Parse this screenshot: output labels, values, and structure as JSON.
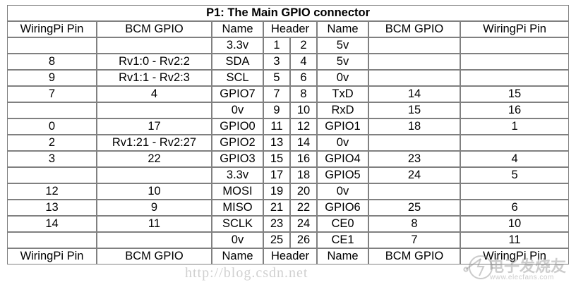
{
  "table": {
    "title": "P1: The Main GPIO connector",
    "columns": [
      "WiringPi Pin",
      "BCM GPIO",
      "Name",
      "Header",
      "Name",
      "BCM GPIO",
      "WiringPi Pin"
    ],
    "header_column_label": "Header",
    "rows": [
      {
        "left_wpi": "",
        "left_bcm": "",
        "left_name": "3.3v",
        "left_name_color": "#ff0000",
        "left_name_class": "clr-33v",
        "pin_odd": "1",
        "pin_even": "2",
        "right_name": "5v",
        "right_name_color": "#8b0000",
        "right_name_class": "clr-5v",
        "right_bcm": "",
        "right_wpi": ""
      },
      {
        "left_wpi": "8",
        "left_bcm": "Rv1:0 - Rv2:2",
        "left_name": "SDA",
        "left_name_color": "#00ffff",
        "left_name_class": "clr-i2c",
        "pin_odd": "3",
        "pin_even": "4",
        "right_name": "5v",
        "right_name_color": "#8b0000",
        "right_name_class": "clr-5v",
        "right_bcm": "",
        "right_wpi": ""
      },
      {
        "left_wpi": "9",
        "left_bcm": "Rv1:1 - Rv2:3",
        "left_name": "SCL",
        "left_name_color": "#00ffff",
        "left_name_class": "clr-i2c",
        "pin_odd": "5",
        "pin_even": "6",
        "right_name": "0v",
        "right_name_color": "#000000",
        "right_name_class": "clr-gnd",
        "right_bcm": "",
        "right_wpi": ""
      },
      {
        "left_wpi": "7",
        "left_bcm": "4",
        "left_name": "GPIO7",
        "left_name_color": "#00a000",
        "left_name_class": "clr-gpio",
        "pin_odd": "7",
        "pin_even": "8",
        "right_name": "TxD",
        "right_name_color": "#ffff00",
        "right_name_class": "clr-uart",
        "right_bcm": "14",
        "right_wpi": "15"
      },
      {
        "left_wpi": "",
        "left_bcm": "",
        "left_name": "0v",
        "left_name_color": "#000000",
        "left_name_class": "clr-gnd",
        "pin_odd": "9",
        "pin_even": "10",
        "right_name": "RxD",
        "right_name_color": "#ffff00",
        "right_name_class": "clr-uart",
        "right_bcm": "15",
        "right_wpi": "16"
      },
      {
        "left_wpi": "0",
        "left_bcm": "17",
        "left_name": "GPIO0",
        "left_name_color": "#00a000",
        "left_name_class": "clr-gpio",
        "pin_odd": "11",
        "pin_even": "12",
        "right_name": "GPIO1",
        "right_name_color": "#00a000",
        "right_name_class": "clr-gpio",
        "right_bcm": "18",
        "right_wpi": "1"
      },
      {
        "left_wpi": "2",
        "left_bcm": "Rv1:21 - Rv2:27",
        "left_name": "GPIO2",
        "left_name_color": "#00a000",
        "left_name_class": "clr-gpio",
        "pin_odd": "13",
        "pin_even": "14",
        "right_name": "0v",
        "right_name_color": "#000000",
        "right_name_class": "clr-gnd",
        "right_bcm": "",
        "right_wpi": ""
      },
      {
        "left_wpi": "3",
        "left_bcm": "22",
        "left_name": "GPIO3",
        "left_name_color": "#00a000",
        "left_name_class": "clr-gpio",
        "pin_odd": "15",
        "pin_even": "16",
        "right_name": "GPIO4",
        "right_name_color": "#00a000",
        "right_name_class": "clr-gpio",
        "right_bcm": "23",
        "right_wpi": "4"
      },
      {
        "left_wpi": "",
        "left_bcm": "",
        "left_name": "3.3v",
        "left_name_color": "#ff0000",
        "left_name_class": "clr-33v",
        "pin_odd": "17",
        "pin_even": "18",
        "right_name": "GPIO5",
        "right_name_color": "#00a000",
        "right_name_class": "clr-gpio",
        "right_bcm": "24",
        "right_wpi": "5"
      },
      {
        "left_wpi": "12",
        "left_bcm": "10",
        "left_name": "MOSI",
        "left_name_color": "#009999",
        "left_name_class": "clr-spi",
        "pin_odd": "19",
        "pin_even": "20",
        "right_name": "0v",
        "right_name_color": "#000000",
        "right_name_class": "clr-gnd",
        "right_bcm": "",
        "right_wpi": ""
      },
      {
        "left_wpi": "13",
        "left_bcm": "9",
        "left_name": "MISO",
        "left_name_color": "#009999",
        "left_name_class": "clr-spi",
        "pin_odd": "21",
        "pin_even": "22",
        "right_name": "GPIO6",
        "right_name_color": "#00a000",
        "right_name_class": "clr-gpio",
        "right_bcm": "25",
        "right_wpi": "6"
      },
      {
        "left_wpi": "14",
        "left_bcm": "11",
        "left_name": "SCLK",
        "left_name_color": "#009999",
        "left_name_class": "clr-spi",
        "pin_odd": "23",
        "pin_even": "24",
        "right_name": "CE0",
        "right_name_color": "#009999",
        "right_name_class": "clr-spi",
        "right_bcm": "8",
        "right_wpi": "10"
      },
      {
        "left_wpi": "",
        "left_bcm": "",
        "left_name": "0v",
        "left_name_color": "#000000",
        "left_name_class": "clr-gnd",
        "pin_odd": "25",
        "pin_even": "26",
        "right_name": "CE1",
        "right_name_color": "#009999",
        "right_name_class": "clr-spi",
        "right_bcm": "7",
        "right_wpi": "11"
      }
    ]
  },
  "watermarks": {
    "csdn_url": "http://blog.csdn.net",
    "logo_cn": "电子发烧友",
    "logo_url": "www.elecfans.com"
  }
}
